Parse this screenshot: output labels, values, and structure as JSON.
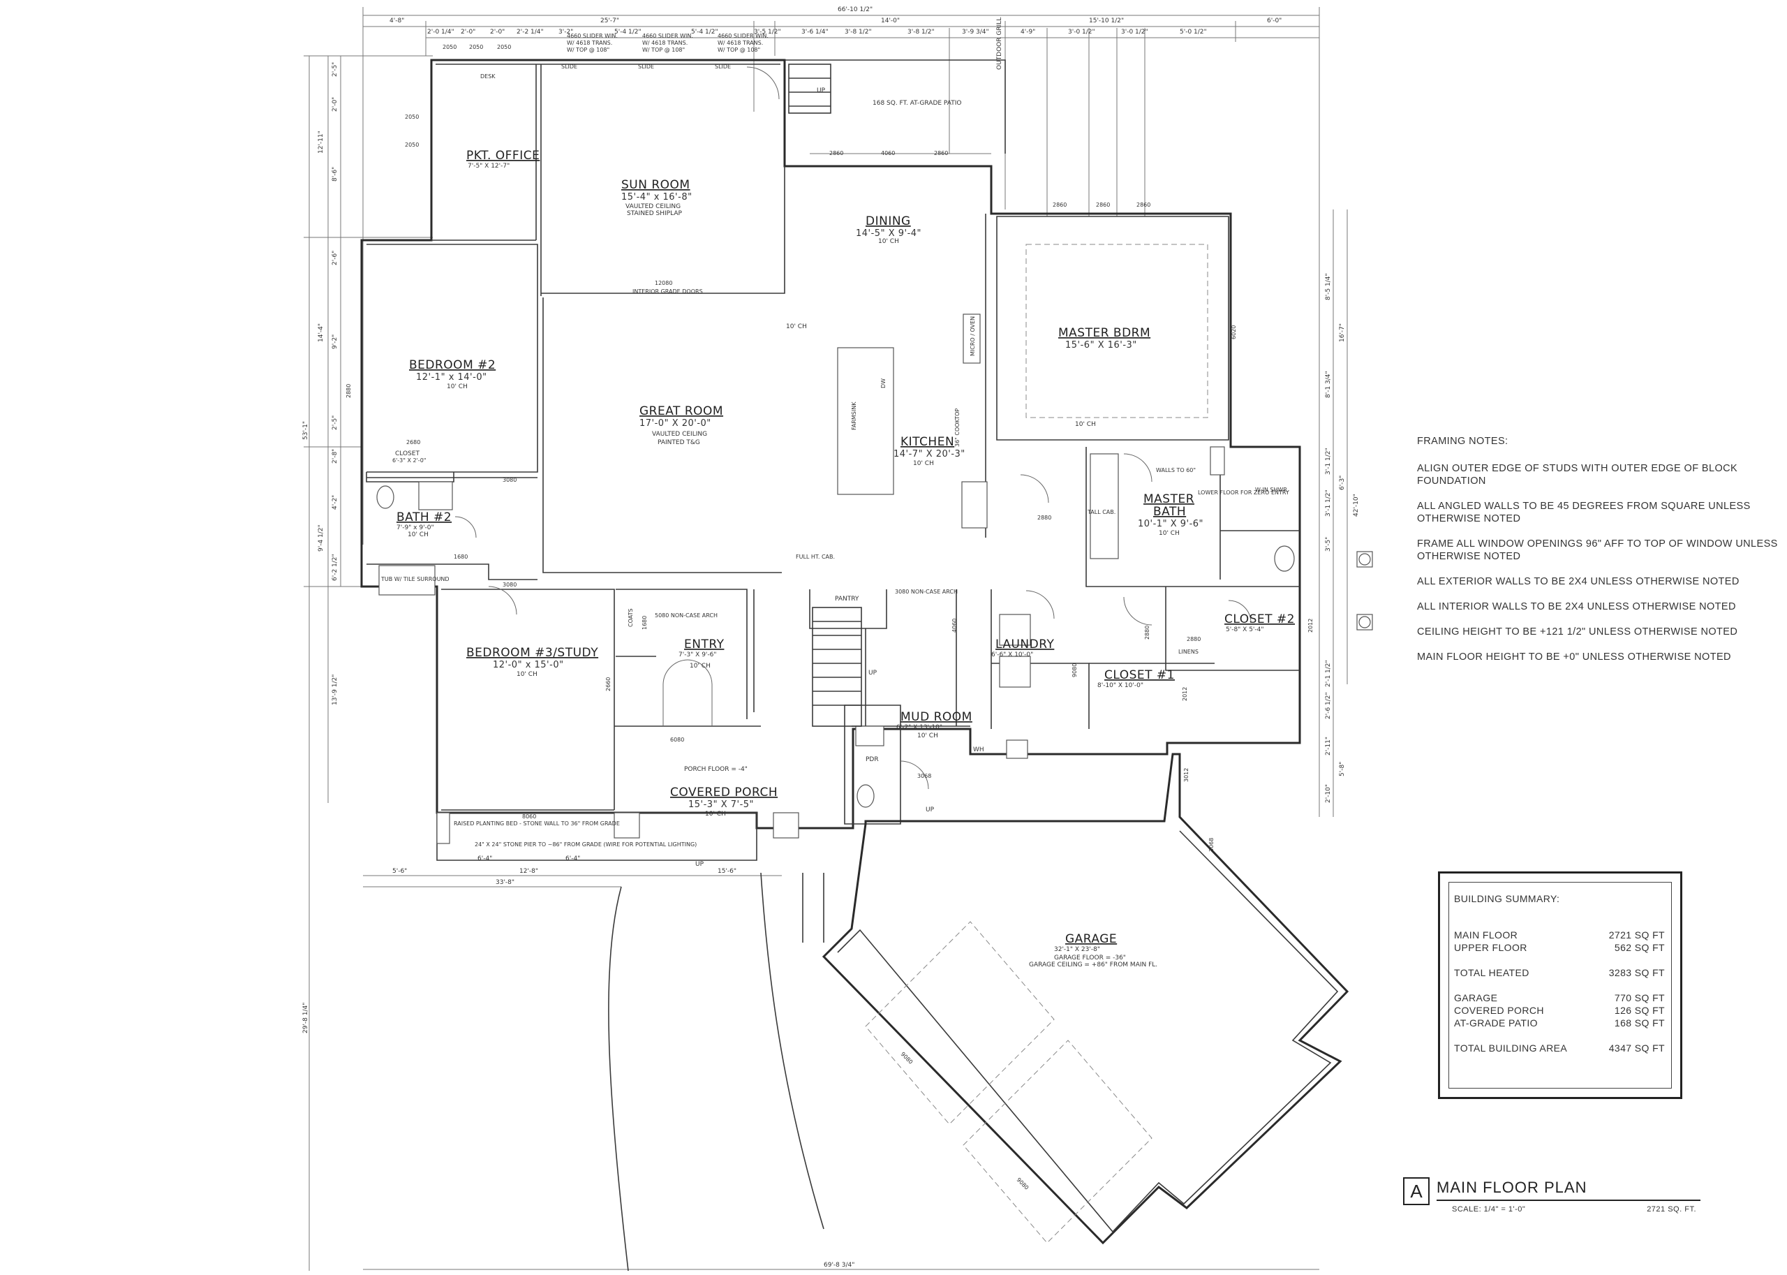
{
  "plan": {
    "title_letter": "A",
    "title": "MAIN FLOOR PLAN",
    "scale": "SCALE: 1/4\" = 1'-0\"",
    "area": "2721 SQ. FT."
  },
  "rooms": {
    "pkt_office": {
      "name": "PKT. OFFICE",
      "size": "7'-5\" X 12'-7\""
    },
    "sun_room": {
      "name": "SUN ROOM",
      "size": "15'-4\" x 16'-8\"",
      "note1": "VAULTED CEILING",
      "note2": "STAINED SHIPLAP"
    },
    "dining": {
      "name": "DINING",
      "size": "14'-5\" X 9'-4\"",
      "ch": "10' CH"
    },
    "master_bdrm": {
      "name": "MASTER BDRM",
      "size": "15'-6\" X 16'-3\"",
      "ch": "10' CH"
    },
    "bedroom2": {
      "name": "BEDROOM #2",
      "size": "12'-1\" x 14'-0\"",
      "ch": "10' CH"
    },
    "great_room": {
      "name": "GREAT ROOM",
      "size": "17'-0\" X 20'-0\"",
      "note1": "VAULTED CEILING",
      "note2": "PAINTED T&G",
      "ch": "10' CH"
    },
    "kitchen": {
      "name": "KITCHEN",
      "size": "14'-7\" X 20'-3\"",
      "ch": "10' CH"
    },
    "master_bath": {
      "name1": "MASTER",
      "name2": "BATH",
      "size": "10'-1\" X 9'-6\"",
      "ch": "10' CH"
    },
    "bath2": {
      "name": "BATH #2",
      "size": "7'-9\" x 9'-0\"",
      "ch": "10' CH"
    },
    "closet_small": {
      "name": "CLOSET",
      "size": "6'-3\" X 2'-0\""
    },
    "walkin": {
      "name": "W-IN SHWR."
    },
    "closet2": {
      "name": "CLOSET #2",
      "size": "5'-8\" X 5'-4\""
    },
    "bedroom3": {
      "name": "BEDROOM #3/STUDY",
      "size": "12'-0\" x 15'-0\"",
      "ch": "10' CH"
    },
    "entry": {
      "name": "ENTRY",
      "size": "7'-3\" X 9'-6\"",
      "ch": "10' CH"
    },
    "pantry": {
      "name": "PANTRY"
    },
    "laundry": {
      "name": "LAUNDRY",
      "size": "6'-6\" X 10'-0\""
    },
    "closet1": {
      "name": "CLOSET #1",
      "size": "8'-10\" X 10'-0\""
    },
    "mud_room": {
      "name": "MUD ROOM",
      "size": "6'-2\" X 13'-10\"",
      "ch": "10' CH"
    },
    "pdr": {
      "name": "PDR"
    },
    "covered_porch": {
      "name": "COVERED PORCH",
      "size": "15'-3\" X 7'-5\"",
      "ch": "10' CH",
      "floor": "PORCH FLOOR = -4\""
    },
    "garage": {
      "name": "GARAGE",
      "size": "32'-1\" X 23'-8\"",
      "note1": "GARAGE FLOOR = -36\"",
      "note2": "GARAGE CEILING = +86\" FROM MAIN FL."
    }
  },
  "labels": {
    "patio": "168 SQ. FT. AT-GRADE PATIO",
    "outdoor_grill": "OUTDOOR GRILL",
    "up": "UP",
    "slider1": "4660 SLIDER WIN.",
    "slider_trans": "W/ 4618 TRANS.",
    "slider_top": "W/ TOP @ 108\"",
    "slide": "SLIDE",
    "desk": "DESK",
    "interior_doors": "INTERIOR GRADE DOORS",
    "arch1": "5080 NON-CASE ARCH",
    "arch2": "3080 NON-CASE ARCH",
    "full_ht_cab": "FULL HT. CAB.",
    "tall_cab": "TALL CAB.",
    "linens": "LINENS",
    "coats": "COATS",
    "wh": "WH",
    "ten_ch": "10' CH",
    "tub": "TUB W/ TILE SURROUND",
    "planting": "RAISED PLANTING BED - STONE WALL TO 36\" FROM GRADE",
    "stone_pier": "24\" X 24\" STONE PIER TO ~86\" FROM GRADE (WIRE FOR POTENTIAL LIGHTING)",
    "walls_to_60": "WALLS TO 60\"",
    "lower_floor": "LOWER FLOOR FOR ZERO ENTRY",
    "cooktop": "36\" COOKTOP",
    "micro_oven": "MICRO / OVEN",
    "dw": "DW",
    "sink": "FARMSINK"
  },
  "dims_top": [
    "66'-10 1/2\"",
    "4'-8\"",
    "25'-7\"",
    "14'-0\"",
    "15'-10 1/2\"",
    "6'-0\""
  ],
  "dims_top2": [
    "2'-0 1/4\"",
    "2'-0\"",
    "2'-0\"",
    "2'-2 1/4\"",
    "3'-2\"",
    "5'-4 1/2\"",
    "5'-4 1/2\"",
    "3'-5 1/2\"",
    "3'-6 1/4\"",
    "3'-8 1/2\"",
    "3'-8 1/2\"",
    "3'-9 3/4\"",
    "4'-9\"",
    "3'-0 1/2\"",
    "3'-0 1/2\"",
    "5'-0 1/2\""
  ],
  "dims_left": [
    "2'-5\"",
    "2'-0\"",
    "8'-6\"",
    "2'-6\"",
    "9'-2\"",
    "2'-5\"",
    "2'-8\"",
    "4'-2\"",
    "9'-4 1/2\"",
    "6'-2 1/2\"",
    "13'-9 1/2\"",
    "12'-11\"",
    "14'-4\"",
    "53'-1\"",
    "29'-8 1/4\""
  ],
  "dims_bottom": [
    "5'-6\"",
    "12'-8\"",
    "15'-6\"",
    "33'-8\"",
    "69'-8 3/4\"",
    "6'-4\"",
    "6'-4\""
  ],
  "dims_right": [
    "8'-5 1/4\"",
    "16'-7\"",
    "8'-1 3/4\"",
    "3'-1 1/2\"",
    "6'-3\"",
    "42'-10\"",
    "3'-1 1/2\"",
    "3'-5\"",
    "2'-1 1/2\"",
    "2'-6 1/2\"",
    "2'-11\"",
    "5'-8\"",
    "2'-10\""
  ],
  "openings": [
    "2050",
    "2050",
    "2050",
    "2050",
    "2050",
    "2860",
    "4060",
    "2860",
    "2860",
    "2860",
    "2860",
    "6020",
    "12080",
    "3080",
    "2880",
    "2680",
    "1680",
    "3080",
    "5080",
    "6080",
    "2880",
    "2880",
    "2012",
    "2012",
    "3068",
    "3012",
    "3068",
    "9080",
    "9080",
    "8060",
    "2660",
    "1680",
    "2880",
    "4060"
  ],
  "framing_notes": {
    "title": "FRAMING NOTES:",
    "items": [
      "ALIGN OUTER EDGE OF STUDS WITH OUTER EDGE OF BLOCK FOUNDATION",
      "ALL ANGLED WALLS TO BE 45 DEGREES FROM SQUARE UNLESS OTHERWISE NOTED",
      "FRAME ALL WINDOW OPENINGS 96\" AFF TO TOP OF WINDOW UNLESS OTHERWISE NOTED",
      "ALL EXTERIOR WALLS TO BE 2X4 UNLESS OTHERWISE NOTED",
      "ALL INTERIOR WALLS TO BE 2X4 UNLESS OTHERWISE NOTED",
      "CEILING HEIGHT TO BE +121 1/2\" UNLESS OTHERWISE NOTED",
      "MAIN FLOOR HEIGHT TO BE +0\" UNLESS OTHERWISE NOTED"
    ]
  },
  "building_summary": {
    "title": "BUILDING SUMMARY:",
    "rows": [
      {
        "label": "MAIN FLOOR",
        "value": "2721 SQ FT"
      },
      {
        "label": "UPPER FLOOR",
        "value": "562 SQ FT"
      },
      {
        "label": "TOTAL HEATED",
        "value": "3283 SQ FT"
      },
      {
        "label": "GARAGE",
        "value": "770 SQ FT"
      },
      {
        "label": "COVERED PORCH",
        "value": "126 SQ FT"
      },
      {
        "label": "AT-GRADE PATIO",
        "value": "168 SQ FT"
      },
      {
        "label": "TOTAL BUILDING AREA",
        "value": "4347 SQ FT"
      }
    ]
  }
}
